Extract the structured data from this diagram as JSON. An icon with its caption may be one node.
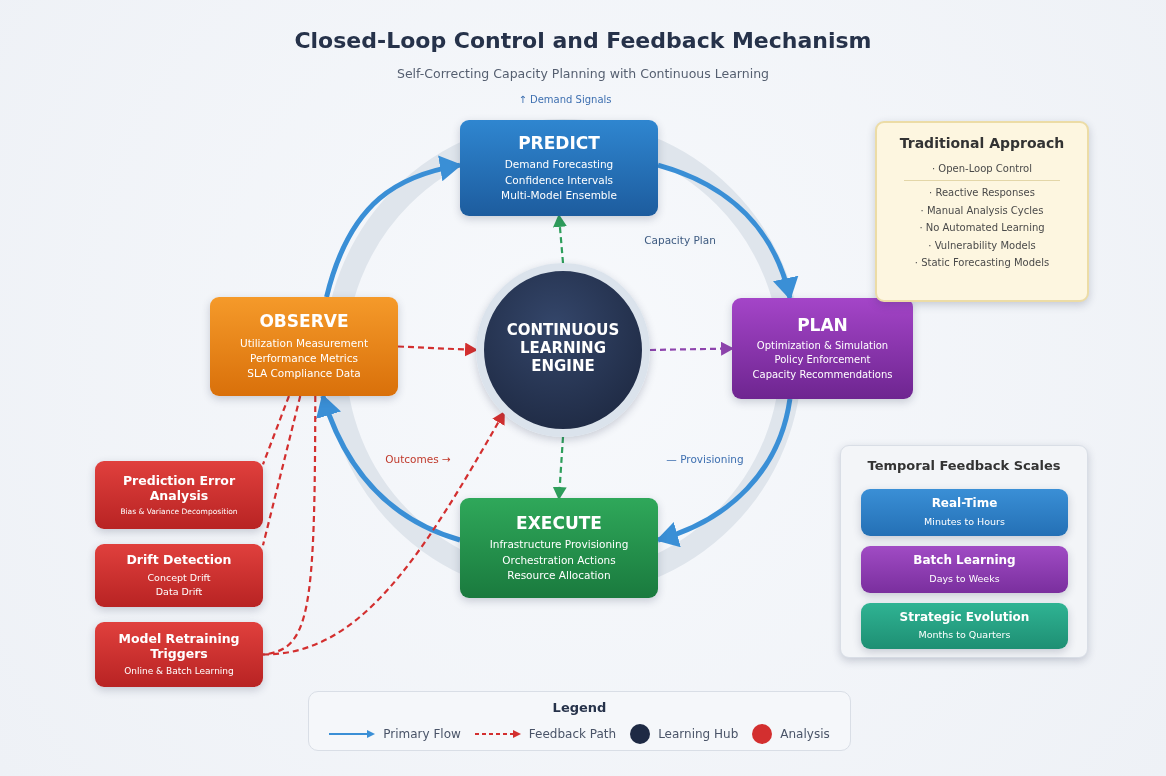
{
  "diagram": {
    "title": "Closed-Loop Control and Feedback Mechanism",
    "nodes": [
      {
        "text": [
          "PREDICT",
          "Demand Forecasting",
          "Confidence Intervals",
          "Multi-Model Ensemble"
        ]
      },
      {
        "text": [
          "OBSERVE",
          "Utilization Measurement",
          "Performance Metrics",
          "SLA Compliance Data"
        ]
      },
      {
        "text": [
          "CONTINUOUS LEARNING ENGINE"
        ]
      },
      {
        "text": [
          "PLAN",
          "Optimization & Simulation",
          "Policy Enforcement",
          "Capacity Recommendations"
        ]
      },
      {
        "text": [
          "EXECUTE",
          "Infrastructure Provisioning",
          "Orchestration Actions",
          "Resource Allocation"
        ]
      },
      {
        "text": [
          "Prediction Error Analysis",
          "Bias & Variance Decomposition"
        ]
      },
      {
        "text": [
          "Drift Detection",
          "Concept Drift",
          "Data Drift"
        ]
      },
      {
        "text": [
          "Model Retraining Triggers",
          "Online & Batch Learning"
        ]
      },
      {
        "text": [
          "Traditional Approach",
          "· Open-Loop Control",
          "· Reactive Responses",
          "· Manual Analysis Cycles",
          "· No Automated Learning",
          "· Vulnerability Models",
          "· Static Forecasting Models"
        ]
      },
      {
        "text": [
          "Temporal Feedback Scales"
        ]
      },
      {
        "text": [
          "Real-Time",
          "Minutes to Hours"
        ],
        "in": 9
      },
      {
        "text": [
          "Batch Learning",
          "Days to Weeks"
        ],
        "in": 9
      },
      {
        "text": [
          "Strategic Evolution",
          "Months to Quarters"
        ],
        "in": 9
      }
    ],
    "edges": [
      {
        "from": 1,
        "to": 0,
        "arrow": "to",
        "style": "thick",
        "color": "#3a8fd6"
      },
      {
        "from": 0,
        "to": 3,
        "arrow": "to",
        "style": "thick",
        "color": "#3a8fd6",
        "label": "Capacity Plan"
      },
      {
        "from": 3,
        "to": 4,
        "arrow": "to",
        "style": "thick",
        "color": "#3a8fd6"
      },
      {
        "from": 4,
        "to": 1,
        "arrow": "to",
        "style": "thick",
        "color": "#3a8fd6"
      },
      {
        "from": 2,
        "to": 0,
        "arrow": "to",
        "style": "dashed",
        "color": "#2e9e5b"
      },
      {
        "from": 1,
        "to": 2,
        "arrow": "to",
        "style": "dashed"
      },
      {
        "from": 2,
        "to": 3,
        "arrow": "to",
        "style": "dashed",
        "color": "#8e44ad"
      },
      {
        "from": 2,
        "to": 4,
        "arrow": "to",
        "style": "dashed",
        "color": "#2e9e5b"
      },
      {
        "from": 1,
        "to": 5,
        "arrow": "none",
        "style": "dashed"
      },
      {
        "from": 1,
        "to": 6,
        "arrow": "none",
        "style": "dashed"
      },
      {
        "from": 1,
        "to": 7,
        "arrow": "none",
        "style": "dashed"
      },
      {
        "from": 7,
        "to": 2,
        "arrow": "to",
        "style": "dashed"
      }
    ],
    "labels": [
      "Self-Correcting Capacity Planning with Continuous Learning",
      "↑ Demand Signals",
      "Outcomes →",
      "— Provisioning",
      "Legend"
    ],
    "legend": [
      {
        "text": "Primary Flow"
      },
      {
        "text": "Feedback Path"
      },
      {
        "text": "Learning Hub",
        "color": "#1e2a44"
      },
      {
        "text": "Analysis",
        "color": "#d32f2f"
      }
    ]
  }
}
